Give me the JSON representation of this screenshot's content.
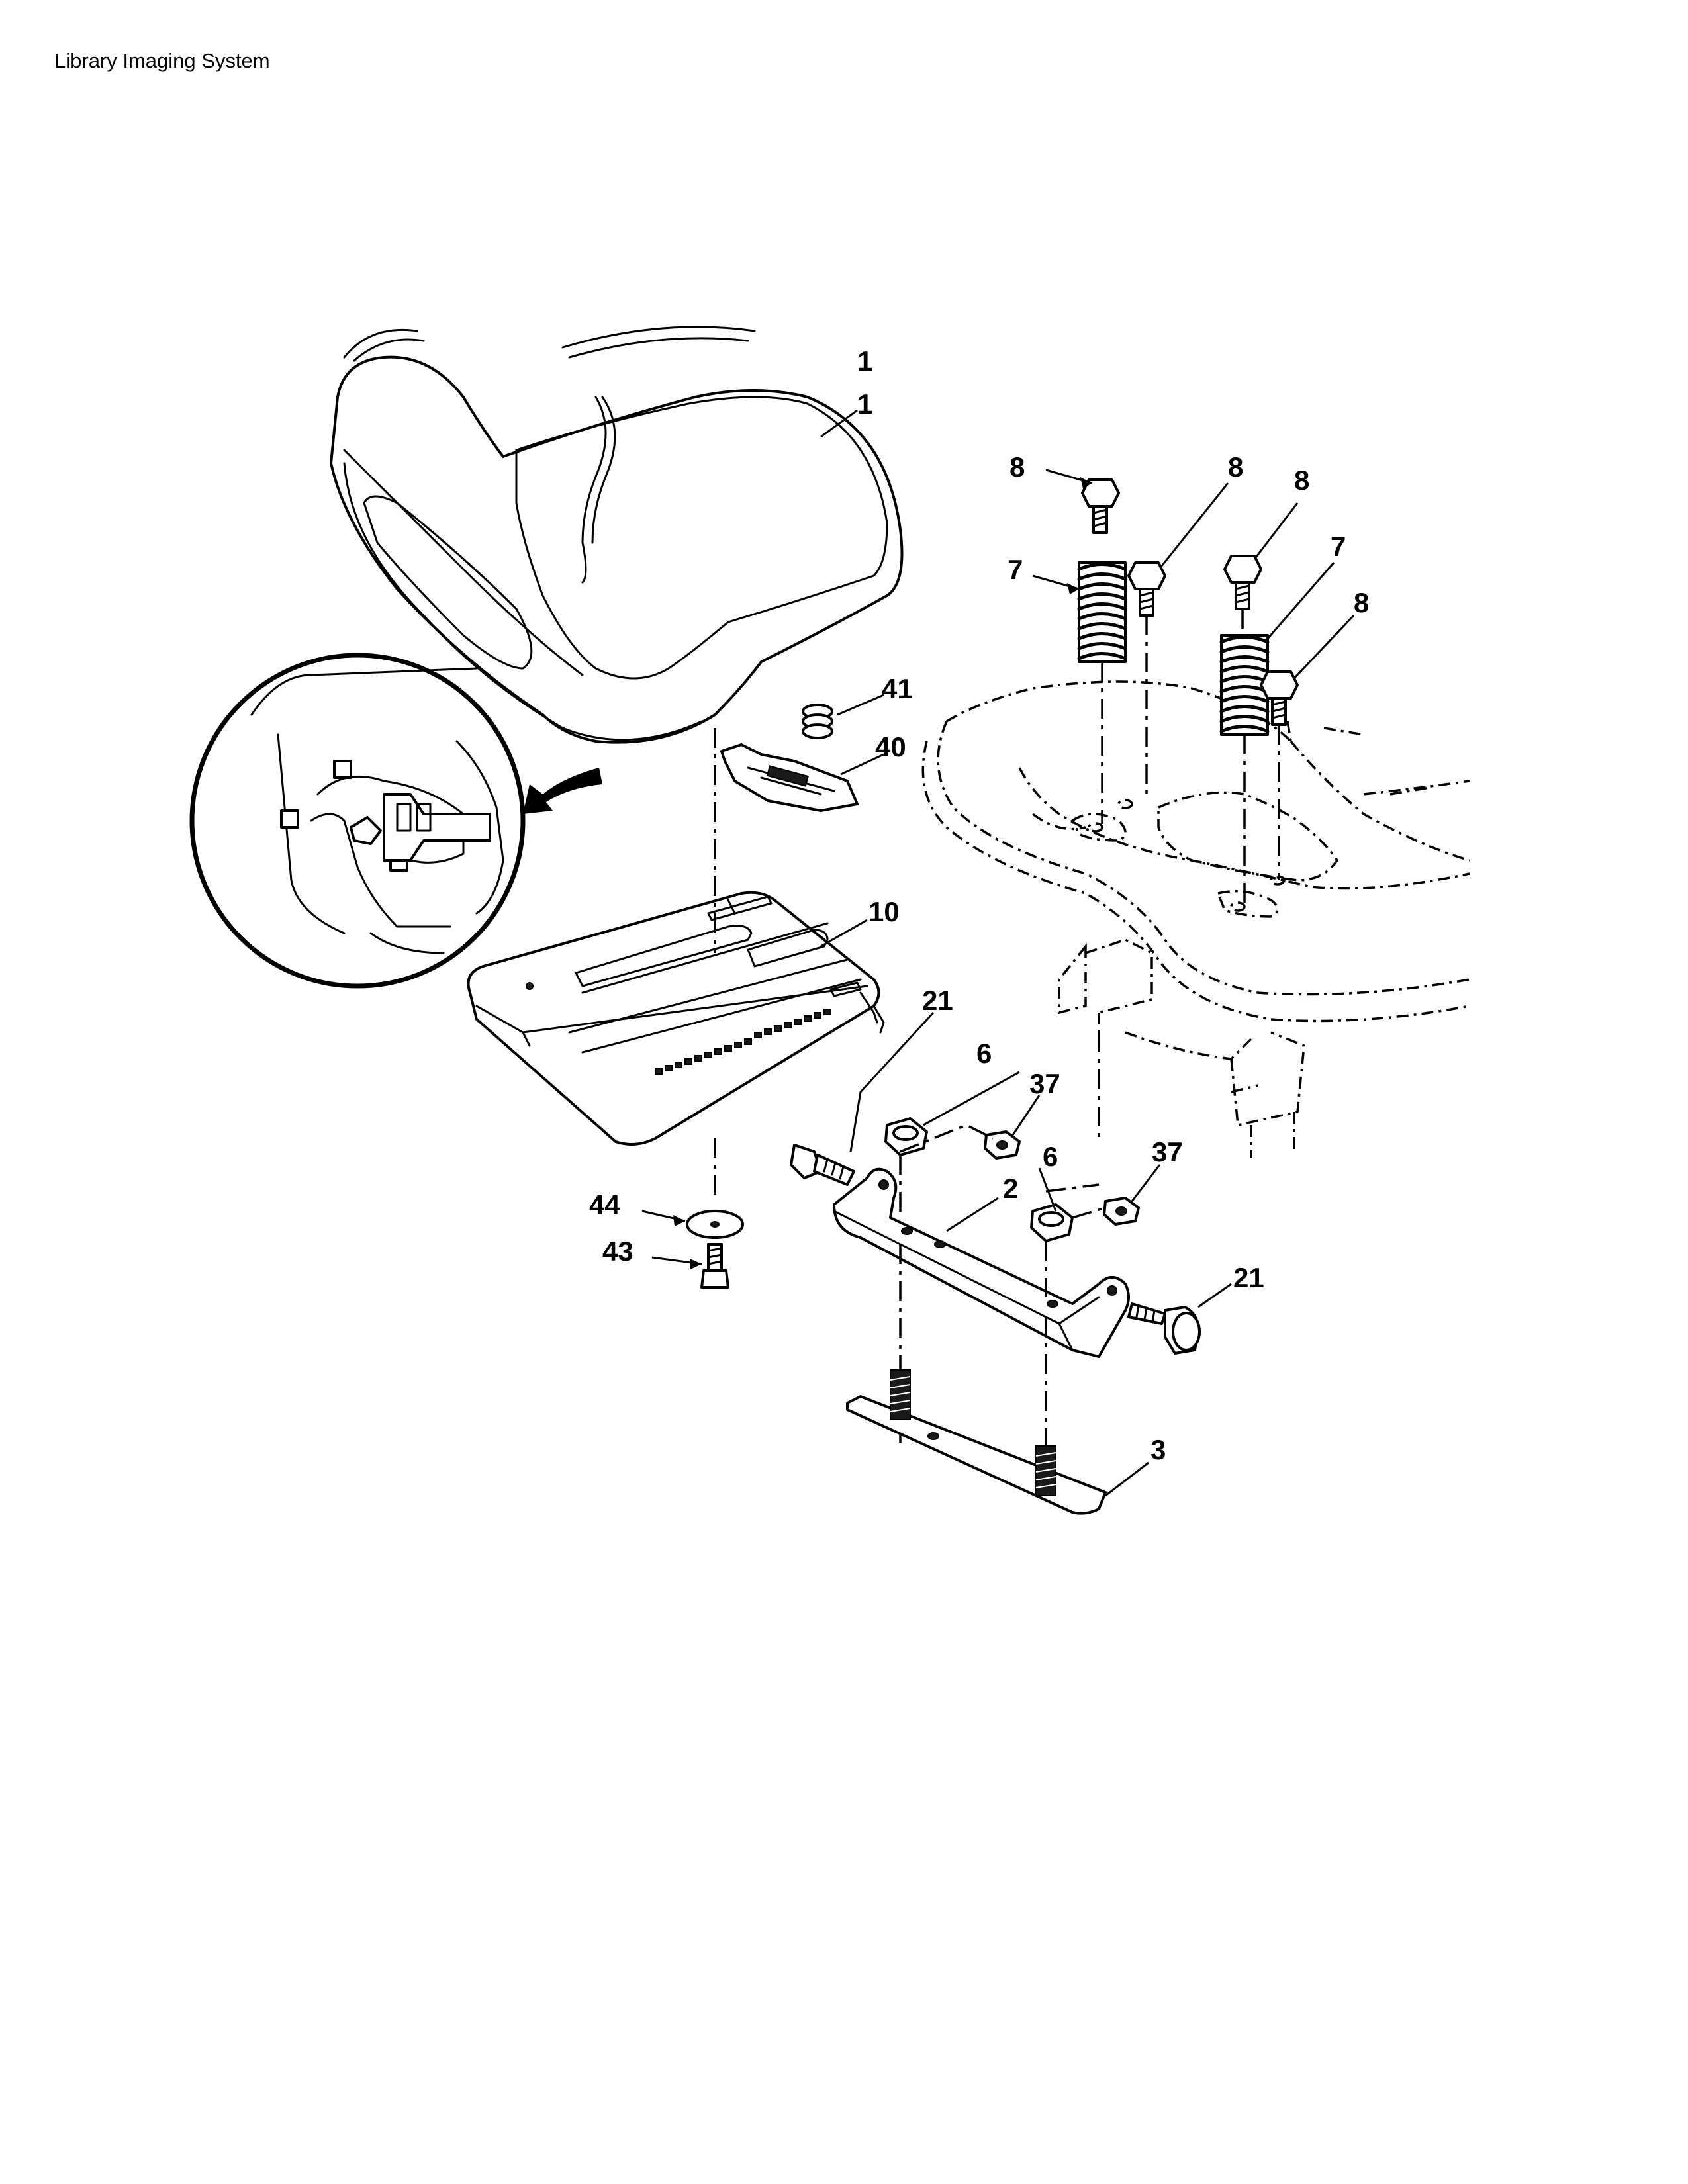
{
  "header": {
    "title": "Library Imaging System"
  },
  "callouts": {
    "c1a": "1",
    "c1b": "1",
    "c2": "2",
    "c3": "3",
    "c6a": "6",
    "c6b": "6",
    "c7a": "7",
    "c7b": "7",
    "c8a": "8",
    "c8b": "8",
    "c8c": "8",
    "c8d": "8",
    "c10": "10",
    "c21a": "21",
    "c21b": "21",
    "c37a": "37",
    "c37b": "37",
    "c40": "40",
    "c41": "41",
    "c43": "43",
    "c44": "44"
  }
}
